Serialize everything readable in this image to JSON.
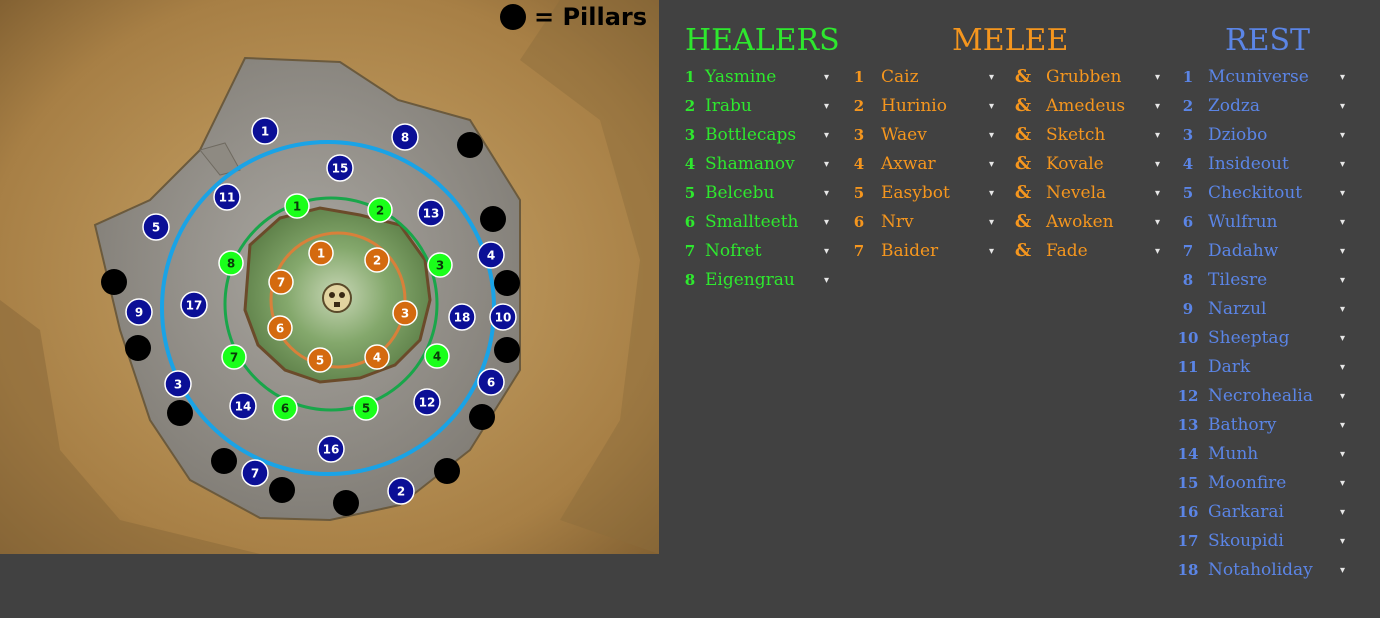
{
  "legend": {
    "label": "= Pillars"
  },
  "headers": {
    "healers": "HEALERS",
    "melee": "MELEE",
    "rest": "REST"
  },
  "dropdown_glyph": "▾",
  "healers": [
    {
      "num": "1",
      "name": "Yasmine"
    },
    {
      "num": "2",
      "name": "Irabu"
    },
    {
      "num": "3",
      "name": "Bottlecaps"
    },
    {
      "num": "4",
      "name": "Shamanov"
    },
    {
      "num": "5",
      "name": "Belcebu"
    },
    {
      "num": "6",
      "name": "Smallteeth"
    },
    {
      "num": "7",
      "name": "Nofret"
    },
    {
      "num": "8",
      "name": "Eigengrau"
    }
  ],
  "melee": [
    {
      "num": "1",
      "name": "Caiz"
    },
    {
      "num": "2",
      "name": "Hurinio"
    },
    {
      "num": "3",
      "name": "Waev"
    },
    {
      "num": "4",
      "name": "Axwar"
    },
    {
      "num": "5",
      "name": "Easybot"
    },
    {
      "num": "6",
      "name": "Nrv"
    },
    {
      "num": "7",
      "name": "Baider"
    }
  ],
  "melee_partners": [
    {
      "amp": "&",
      "name": "Grubben"
    },
    {
      "amp": "&",
      "name": "Amedeus"
    },
    {
      "amp": "&",
      "name": "Sketch"
    },
    {
      "amp": "&",
      "name": "Kovale"
    },
    {
      "amp": "&",
      "name": "Nevela"
    },
    {
      "amp": "&",
      "name": "Awoken"
    },
    {
      "amp": "&",
      "name": "Fade"
    }
  ],
  "rest": [
    {
      "num": "1",
      "name": "Mcuniverse"
    },
    {
      "num": "2",
      "name": "Zodza"
    },
    {
      "num": "3",
      "name": "Dziobo"
    },
    {
      "num": "4",
      "name": "Insideout"
    },
    {
      "num": "5",
      "name": "Checkitout"
    },
    {
      "num": "6",
      "name": "Wulfrun"
    },
    {
      "num": "7",
      "name": "Dadahw"
    },
    {
      "num": "8",
      "name": "Tilesre"
    },
    {
      "num": "9",
      "name": "Narzul"
    },
    {
      "num": "10",
      "name": "Sheeptag"
    },
    {
      "num": "11",
      "name": "Dark"
    },
    {
      "num": "12",
      "name": "Necrohealia"
    },
    {
      "num": "13",
      "name": "Bathory"
    },
    {
      "num": "14",
      "name": "Munh"
    },
    {
      "num": "15",
      "name": "Moonfire"
    },
    {
      "num": "16",
      "name": "Garkarai"
    },
    {
      "num": "17",
      "name": "Skoupidi"
    },
    {
      "num": "18",
      "name": "Notaholiday"
    }
  ],
  "map_markers": {
    "rest": [
      "1",
      "2",
      "3",
      "4",
      "5",
      "6",
      "7",
      "8",
      "9",
      "10",
      "11",
      "12",
      "13",
      "14",
      "15",
      "16",
      "17",
      "18"
    ],
    "healers": [
      "1",
      "2",
      "3",
      "4",
      "5",
      "6",
      "7",
      "8"
    ],
    "melee": [
      "1",
      "2",
      "3",
      "4",
      "5",
      "6",
      "7"
    ]
  },
  "colors": {
    "healer": "#2ee82e",
    "melee": "#f5961e",
    "rest": "#5b85e6",
    "rest_marker": "#0b0f96",
    "healer_marker": "#1aff1a",
    "melee_marker": "#d46a0f",
    "outer_ring": "#1aa3e6",
    "healer_ring": "#19a64a",
    "melee_ring": "#d9803a",
    "pillar": "#000000",
    "panel_bg": "#414141"
  }
}
